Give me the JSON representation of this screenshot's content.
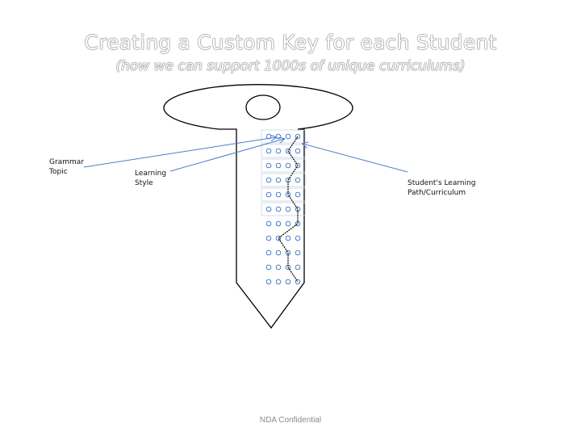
{
  "title": "Creating a Custom Key for each Student",
  "subtitle": "(how we can support 1000s of unique curriculums)",
  "labels": {
    "grammar_topic": "Grammar\nTopic",
    "learning_style": "Learning\nStyle",
    "learning_path": "Student's Learning\nPath/Curriculum"
  },
  "grid": {
    "rows": 11,
    "columns": 4,
    "path_columns": [
      4,
      3,
      4,
      3,
      3,
      4,
      4,
      2,
      3,
      3,
      4
    ]
  },
  "colors": {
    "key_outline": "#000000",
    "dot": "#4a7fc7",
    "arrow": "#4a7fc7",
    "cell_border": "#c9d4e3",
    "path": "#000000"
  },
  "footer": "NDA Confidential"
}
